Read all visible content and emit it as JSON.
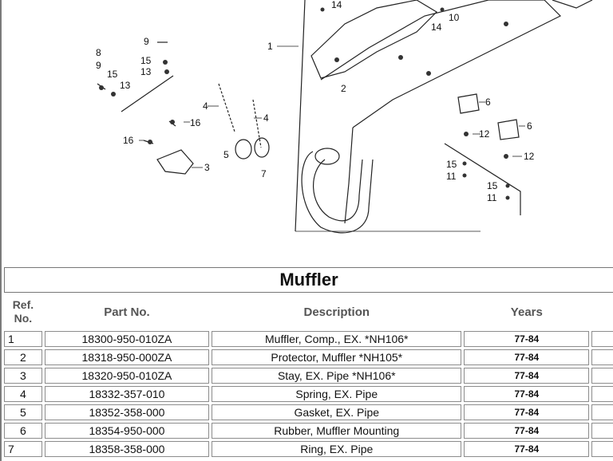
{
  "diagram": {
    "callouts": [
      "14",
      "14",
      "10",
      "1",
      "2",
      "8",
      "9",
      "15",
      "13",
      "9",
      "15",
      "13",
      "4",
      "4",
      "16",
      "16",
      "3",
      "5",
      "7",
      "6",
      "6",
      "12",
      "12",
      "15",
      "11",
      "15",
      "11"
    ]
  },
  "table": {
    "title": "Muffler",
    "headers": {
      "ref": "Ref. No.",
      "part": "Part No.",
      "desc": "Description",
      "years": "Years"
    },
    "rows": [
      {
        "ref": "1",
        "part": "18300-950-010ZA",
        "desc": "Muffler, Comp., EX. *NH106*",
        "years": "77-84"
      },
      {
        "ref": "2",
        "part": "18318-950-000ZA",
        "desc": "Protector, Muffler *NH105*",
        "years": "77-84"
      },
      {
        "ref": "3",
        "part": "18320-950-010ZA",
        "desc": "Stay, EX. Pipe *NH106*",
        "years": "77-84"
      },
      {
        "ref": "4",
        "part": "18332-357-010",
        "desc": "Spring, EX. Pipe",
        "years": "77-84"
      },
      {
        "ref": "5",
        "part": "18352-358-000",
        "desc": "Gasket, EX. Pipe",
        "years": "77-84"
      },
      {
        "ref": "6",
        "part": "18354-950-000",
        "desc": "Rubber, Muffler Mounting",
        "years": "77-84"
      },
      {
        "ref": "7",
        "part": "18358-358-000",
        "desc": "Ring, EX. Pipe",
        "years": "77-84"
      }
    ]
  }
}
